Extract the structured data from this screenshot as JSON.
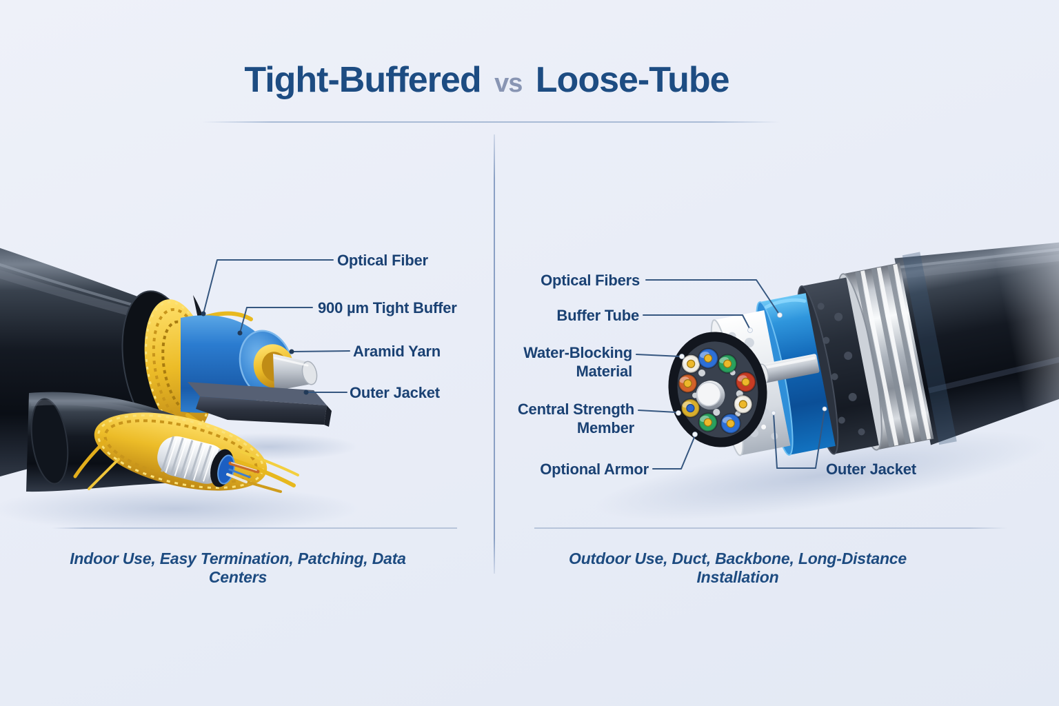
{
  "title": {
    "left": "Tight-Buffered",
    "separator": "vs",
    "right": "Loose-Tube"
  },
  "left_section": {
    "cable_type": "Tight-Buffered",
    "labels": [
      {
        "text": "Optical Fiber"
      },
      {
        "text": "900 µm Tight Buffer"
      },
      {
        "text": "Aramid Yarn"
      },
      {
        "text": "Outer Jacket"
      }
    ],
    "caption": "Indoor Use, Easy Termination, Patching, Data Centers"
  },
  "right_section": {
    "cable_type": "Loose-Tube",
    "labels": [
      {
        "text": "Optical Fibers"
      },
      {
        "text": "Buffer Tube"
      },
      {
        "text": "Water-Blocking Material"
      },
      {
        "text": "Central Strength Member"
      },
      {
        "text": "Optional Armor"
      },
      {
        "text": "Outer Jacket"
      }
    ],
    "caption": "Outdoor Use, Duct, Backbone, Long-Distance Installation"
  },
  "colors": {
    "background": "#e9edf7",
    "title": "#1d4c82",
    "vs": "#8895b3",
    "label": "#1a4173",
    "divider": "#b7c4da",
    "leader_line": "#35567f",
    "buffer_blue": "#2b7cd0",
    "aramid_yellow": "#eebf2e",
    "jacket_black": "#12171f",
    "armor_silver": "#d9dde2"
  }
}
